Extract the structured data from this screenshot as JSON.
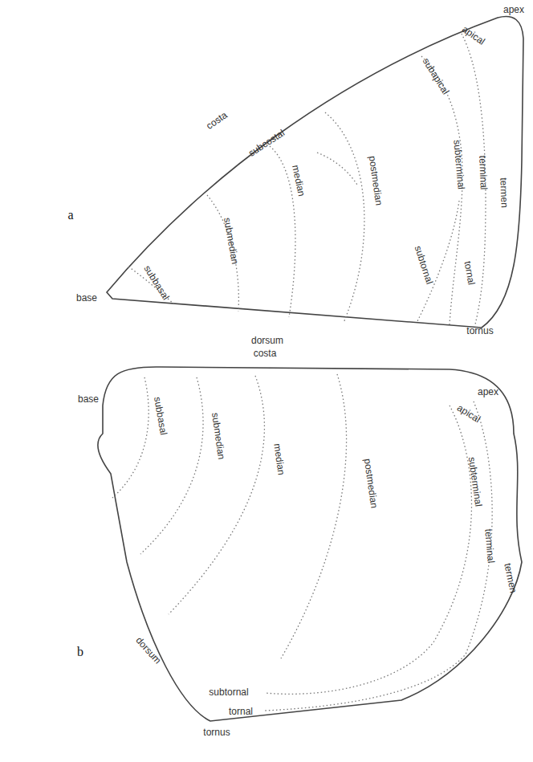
{
  "diagram": {
    "labels": [
      "apex",
      "apical",
      "subapical",
      "costa",
      "subcostal",
      "termen",
      "terminal",
      "subterminal",
      "postmedian",
      "median",
      "submedian",
      "subbasal",
      "base",
      "subtornal",
      "tornal",
      "tornus",
      "dorsum",
      "a",
      "costa",
      "apex",
      "apical",
      "base",
      "subbasal",
      "submedian",
      "median",
      "postmedian",
      "subterminal",
      "terminal",
      "termen",
      "dorsum",
      "subtornal",
      "tornal",
      "tornus",
      "b"
    ]
  }
}
